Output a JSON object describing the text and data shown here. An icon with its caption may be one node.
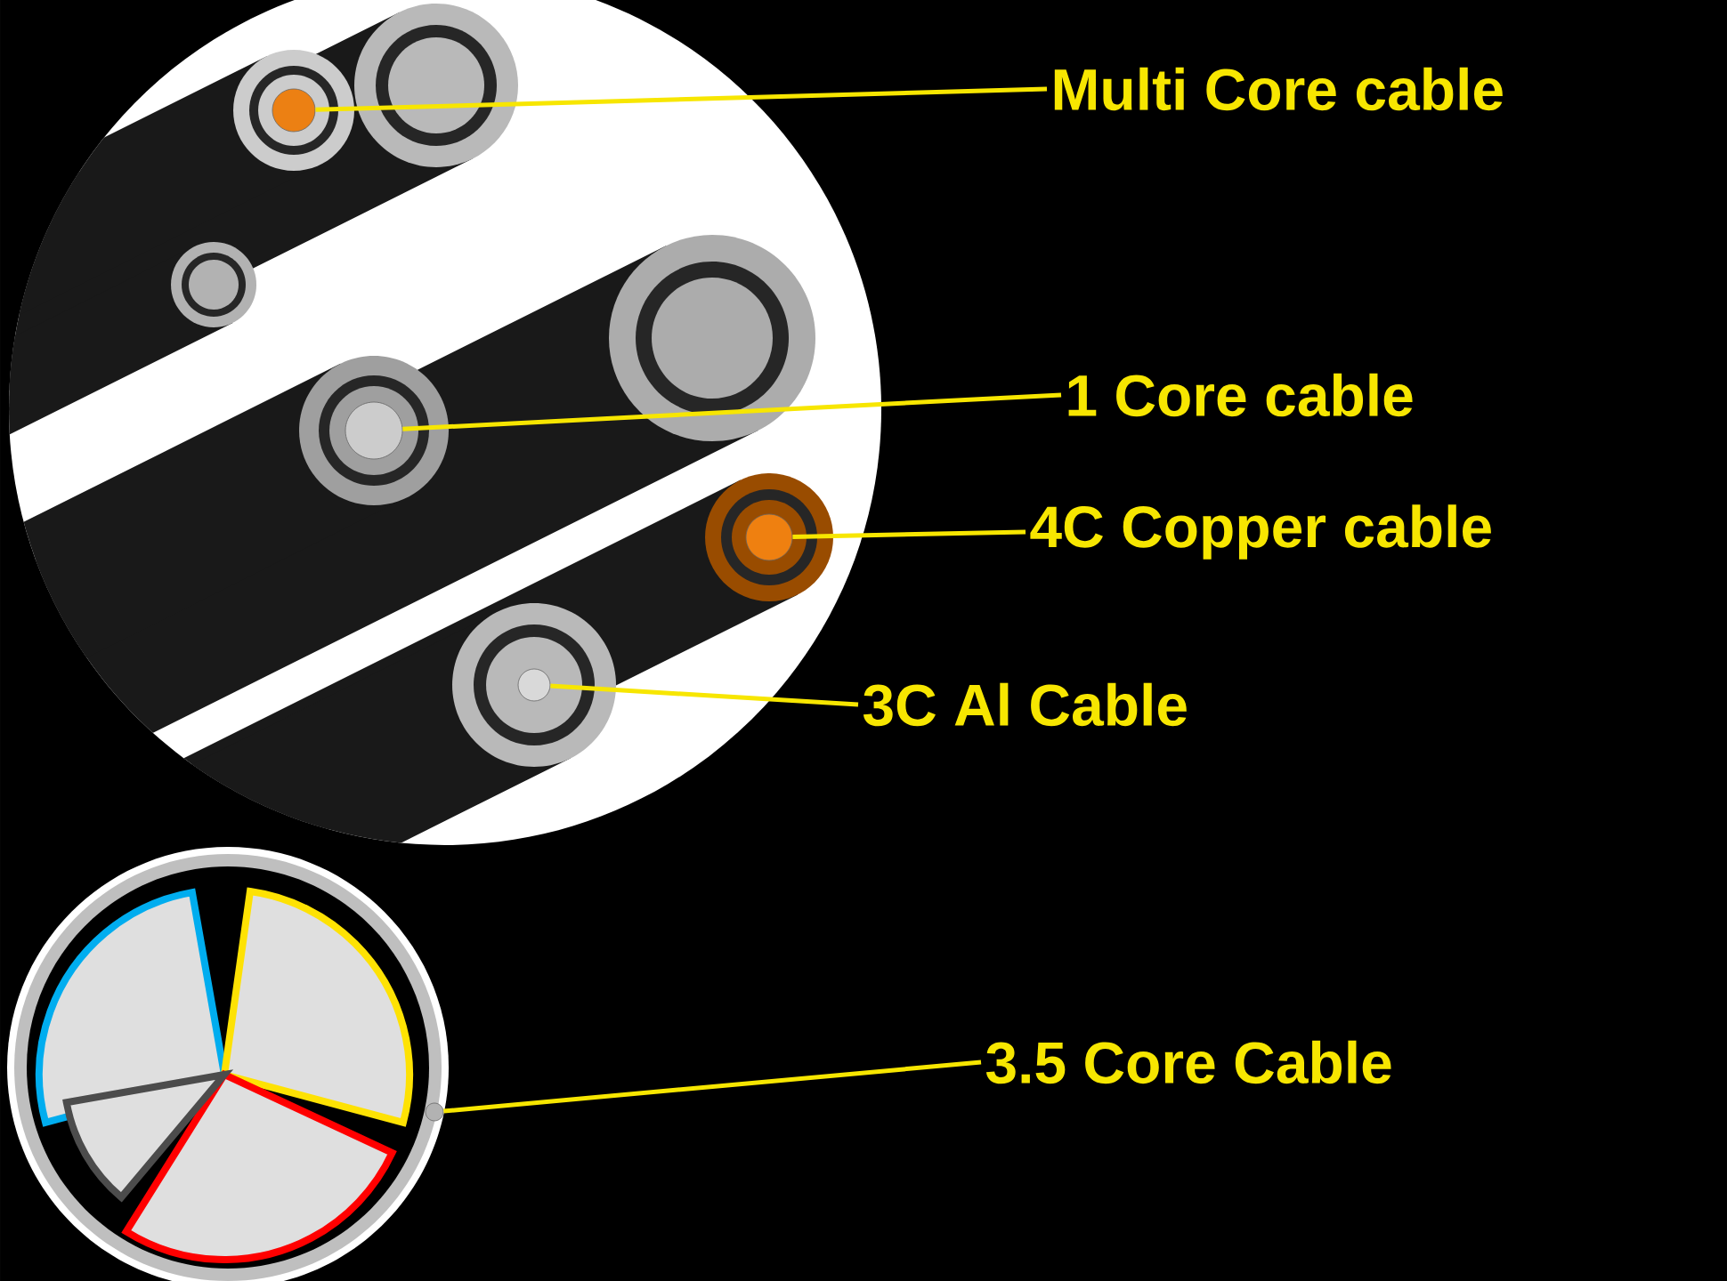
{
  "diagram": {
    "nodes": [
      {
        "text": [
          "Multi Core cable"
        ]
      },
      {
        "text": [
          "1 Core cable"
        ]
      },
      {
        "text": [
          "4C Copper cable"
        ]
      },
      {
        "text": [
          "3C Al Cable"
        ]
      },
      {
        "text": [
          "3.5 Core Cable"
        ]
      },
      {
        "text": [],
        "shape": "circle"
      },
      {
        "text": [],
        "shape": "circle"
      },
      {
        "text": [],
        "shape": "circle"
      },
      {
        "text": [],
        "shape": "circle"
      },
      {
        "text": [],
        "shape": "circle"
      }
    ],
    "edges": [
      {
        "from": 0,
        "to": 5,
        "arrow": "none"
      },
      {
        "from": 1,
        "to": 6,
        "arrow": "none"
      },
      {
        "from": 2,
        "to": 7,
        "arrow": "none"
      },
      {
        "from": 3,
        "to": 8,
        "arrow": "none"
      },
      {
        "from": 4,
        "to": 9,
        "arrow": "none"
      }
    ]
  }
}
